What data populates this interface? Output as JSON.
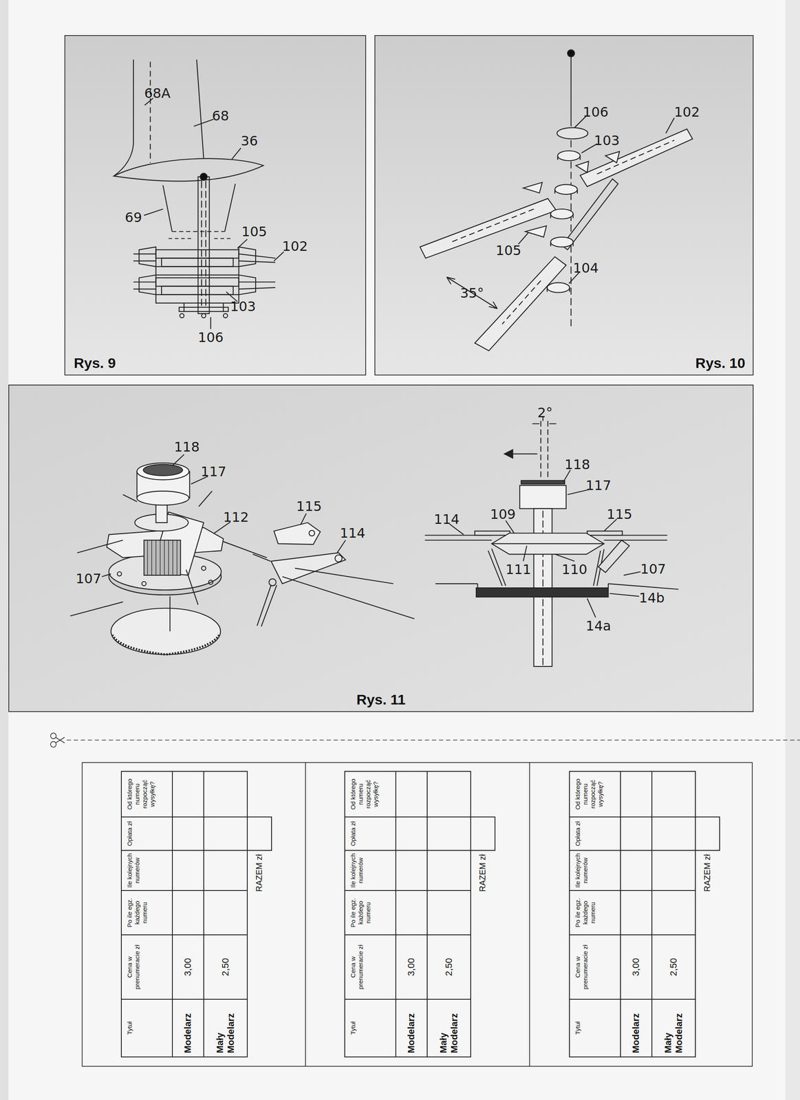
{
  "diagram": {
    "nodes": [
      {
        "text": [
          "Rys. 9"
        ]
      },
      {
        "text": [
          "Rys. 10"
        ]
      },
      {
        "text": [
          "Rys. 11"
        ]
      }
    ],
    "labels": [
      "68A",
      "68",
      "36",
      "69",
      "105",
      "102",
      "103",
      "106",
      "106",
      "102",
      "103",
      "105",
      "104",
      "35°",
      "118",
      "117",
      "112",
      "107",
      "115",
      "114",
      "2°",
      "118",
      "117",
      "114",
      "109",
      "115",
      "111",
      "110",
      "107",
      "14b",
      "14a",
      "Tytuł",
      "Cena w prenumeracie zł",
      "Po ile egz. każdego numeru",
      "Ile kolejnych numerów",
      "Opłata zł",
      "Od którego numeru rozpocząć wysyłkę?",
      "Modelarz",
      "3,00",
      "Mały Modelarz",
      "2,50",
      "RAZEM zł",
      "Tytuł",
      "Cena w prenumeracie zł",
      "Po ile egz. każdego numeru",
      "Ile kolejnych numerów",
      "Opłata zł",
      "Od którego numeru rozpocząć wysyłkę?",
      "Modelarz",
      "3,00",
      "Mały Modelarz",
      "2,50",
      "RAZEM zł",
      "Tytuł",
      "Cena w prenumeracie zł",
      "Po ile egz. każdego numeru",
      "Ile kolejnych numerów",
      "Opłata zł",
      "Od którego numeru rozpocząć wysyłkę?",
      "Modelarz",
      "3,00",
      "Mały Modelarz",
      "2,50",
      "RAZEM zł"
    ]
  }
}
